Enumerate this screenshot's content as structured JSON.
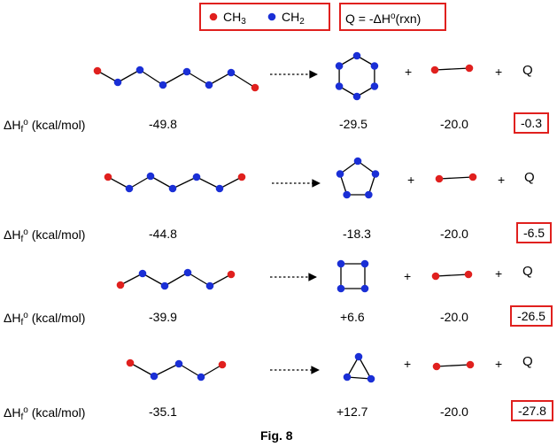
{
  "legend": {
    "ch3_label": "CH",
    "ch3_sub": "3",
    "ch2_label": "CH",
    "ch2_sub": "2",
    "ch3_color": "#e0201e",
    "ch2_color": "#1a2fd6"
  },
  "q_definition": {
    "prefix": "Q = -ΔH",
    "sup": "o",
    "suffix": "(rxn)"
  },
  "row_label": {
    "delta": "ΔH",
    "sub": "f",
    "sup": "o",
    "unit": "(kcal/mol)"
  },
  "plus": "+",
  "q_symbol": "Q",
  "rows": [
    {
      "reactant": "-49.8",
      "ring": "-29.5",
      "ethane": "-20.0",
      "q": "-0.3"
    },
    {
      "reactant": "-44.8",
      "ring": "-18.3",
      "ethane": "-20.0",
      "q": "-6.5"
    },
    {
      "reactant": "-39.9",
      "ring": "+6.6",
      "ethane": "-20.0",
      "q": "-26.5"
    },
    {
      "reactant": "-35.1",
      "ring": "+12.7",
      "ethane": "-20.0",
      "q": "-27.8"
    }
  ],
  "caption": "Fig. 8"
}
